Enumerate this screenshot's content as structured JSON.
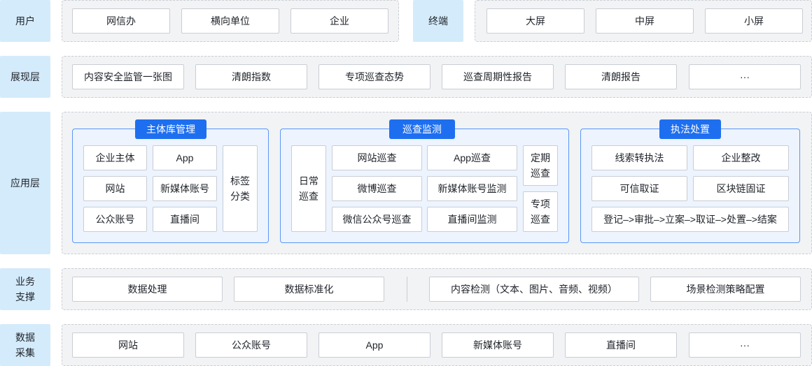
{
  "rows": {
    "user": {
      "label": "用户",
      "items": [
        "网信办",
        "横向单位",
        "企业"
      ],
      "terminal_label": "终端",
      "terminal_items": [
        "大屏",
        "中屏",
        "小屏"
      ]
    },
    "display": {
      "label": "展现层",
      "items": [
        "内容安全监管一张图",
        "清朗指数",
        "专项巡查态势",
        "巡查周期性报告",
        "清朗报告",
        "···"
      ]
    },
    "application": {
      "label": "应用层",
      "subject": {
        "title": "主体库管理",
        "items": [
          "企业主体",
          "App",
          "网站",
          "新媒体账号",
          "公众账号",
          "直播间"
        ],
        "tag": "标签\n分类"
      },
      "patrol": {
        "title": "巡查监测",
        "daily": "日常\n巡查",
        "items": [
          "网站巡查",
          "App巡查",
          "微博巡查",
          "新媒体账号监测",
          "微信公众号巡查",
          "直播间监测"
        ],
        "periodic": "定期\n巡查",
        "special": "专项\n巡查"
      },
      "enforcement": {
        "title": "执法处置",
        "items": [
          "线索转执法",
          "企业整改",
          "可信取证",
          "区块链固证"
        ],
        "flow": "登记–>审批–>立案–>取证–>处置–>结案"
      }
    },
    "support": {
      "label": "业务\n支撑",
      "items": [
        "数据处理",
        "数据标准化",
        "内容检测（文本、图片、音频、视频）",
        "场景检测策略配置"
      ]
    },
    "collect": {
      "label": "数据\n采集",
      "items": [
        "网站",
        "公众账号",
        "App",
        "新媒体账号",
        "直播间",
        "···"
      ]
    }
  }
}
